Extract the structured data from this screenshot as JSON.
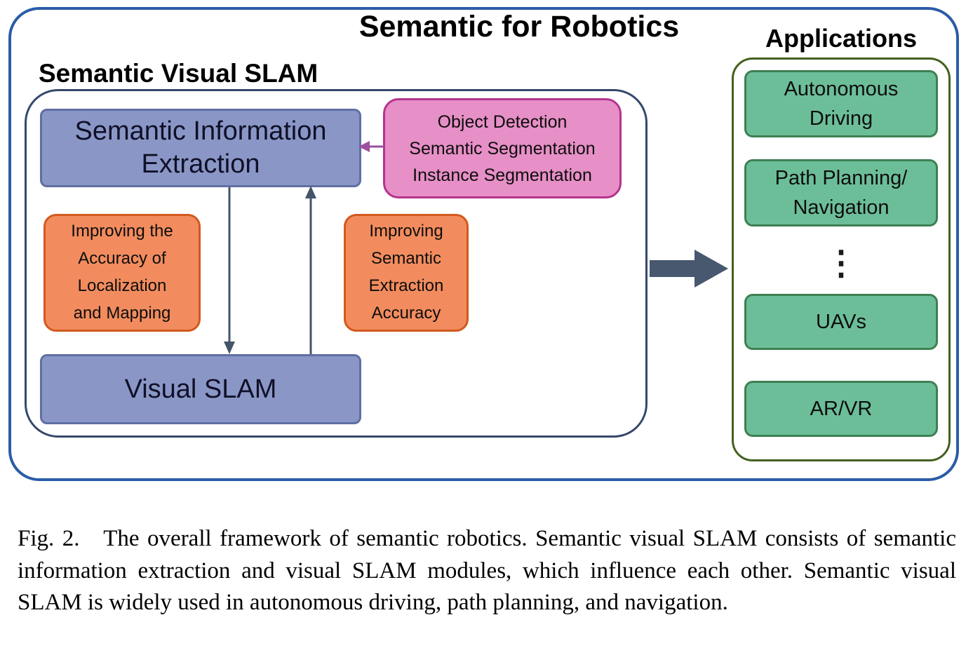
{
  "title": "Semantic for Robotics",
  "colors": {
    "outer_border": "#2B5CA8",
    "slam_border": "#35486B",
    "blue_box_fill": "#8A97C6",
    "blue_box_border": "#606FA3",
    "pink_fill": "#E78FC7",
    "pink_border": "#B5338D",
    "orange_fill": "#F28C5E",
    "orange_border": "#D2591E",
    "green_fill": "#6CBE99",
    "green_border": "#3E8052",
    "apps_border": "#44601F",
    "arrow": "#44546A",
    "pink_arrow": "#9C4F9E"
  },
  "slam_section": {
    "heading": "Semantic Visual SLAM",
    "sie_label": "Semantic Information Extraction",
    "visual_slam_label": "Visual SLAM",
    "pink_box": {
      "lines": [
        "Object Detection",
        "Semantic Segmentation",
        "Instance Segmentation"
      ]
    },
    "orange_left": {
      "lines": [
        "Improving the",
        "Accuracy of",
        "Localization",
        "and Mapping"
      ]
    },
    "orange_right": {
      "lines": [
        "Improving",
        "Semantic",
        "Extraction",
        "Accuracy"
      ]
    }
  },
  "applications": {
    "heading": "Applications",
    "items": [
      {
        "label": "Autonomous Driving"
      },
      {
        "label": "Path Planning/ Navigation"
      },
      {
        "label": "UAVs"
      },
      {
        "label": "AR/VR"
      }
    ],
    "ellipsis": "⋮"
  },
  "caption": "Fig. 2.   The overall framework of semantic robotics. Semantic visual SLAM consists of semantic information extraction and visual SLAM modules, which influence each other. Semantic visual SLAM is widely used in autonomous driving, path planning, and navigation."
}
